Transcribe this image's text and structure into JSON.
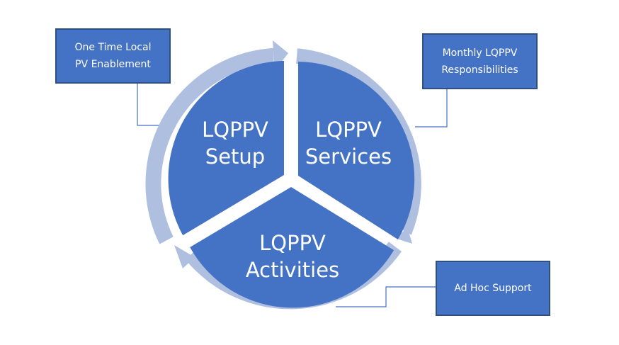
{
  "colors": {
    "segment_fill": "#4472c4",
    "arrow_ring": "#afbfe0",
    "callout_fill": "#4472c4",
    "callout_border": "#2f4f7f",
    "connector": "#4472c4",
    "text": "#ffffff"
  },
  "cycle": {
    "segments": [
      {
        "id": "setup",
        "line1": "LQPPV",
        "line2": "Setup"
      },
      {
        "id": "services",
        "line1": "LQPPV",
        "line2": "Services"
      },
      {
        "id": "activities",
        "line1": "LQPPV",
        "line2": "Activities"
      }
    ]
  },
  "callouts": {
    "setup": {
      "line1": "One Time Local",
      "line2": "PV Enablement"
    },
    "services": {
      "line1": "Monthly LQPPV",
      "line2": "Responsibilities"
    },
    "activities": {
      "line1": "Ad Hoc Support"
    }
  }
}
